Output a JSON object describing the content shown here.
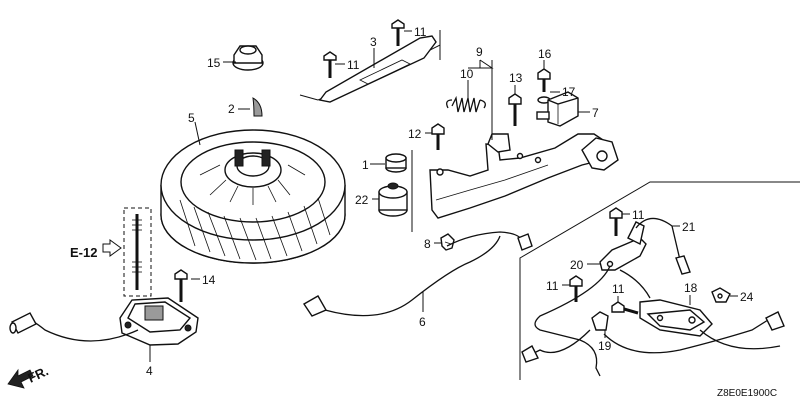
{
  "callouts": {
    "c1": "1",
    "c2": "2",
    "c3": "3",
    "c4": "4",
    "c5": "5",
    "c6": "6",
    "c7": "7",
    "c8": "8",
    "c9": "9",
    "c10": "10",
    "c11a": "11",
    "c11b": "11",
    "c11c": "11",
    "c11d": "11",
    "c11e": "11",
    "c12": "12",
    "c13": "13",
    "c14": "14",
    "c15": "15",
    "c16": "16",
    "c17": "17",
    "c18": "18",
    "c19": "19",
    "c20": "20",
    "c21": "21",
    "c22": "22",
    "c24": "24"
  },
  "reference": {
    "label": "E-12"
  },
  "direction": {
    "label": "FR."
  },
  "diagram_code": "Z8E0E1900C",
  "icons": [
    "direction-arrow-icon",
    "reference-arrow-icon"
  ]
}
